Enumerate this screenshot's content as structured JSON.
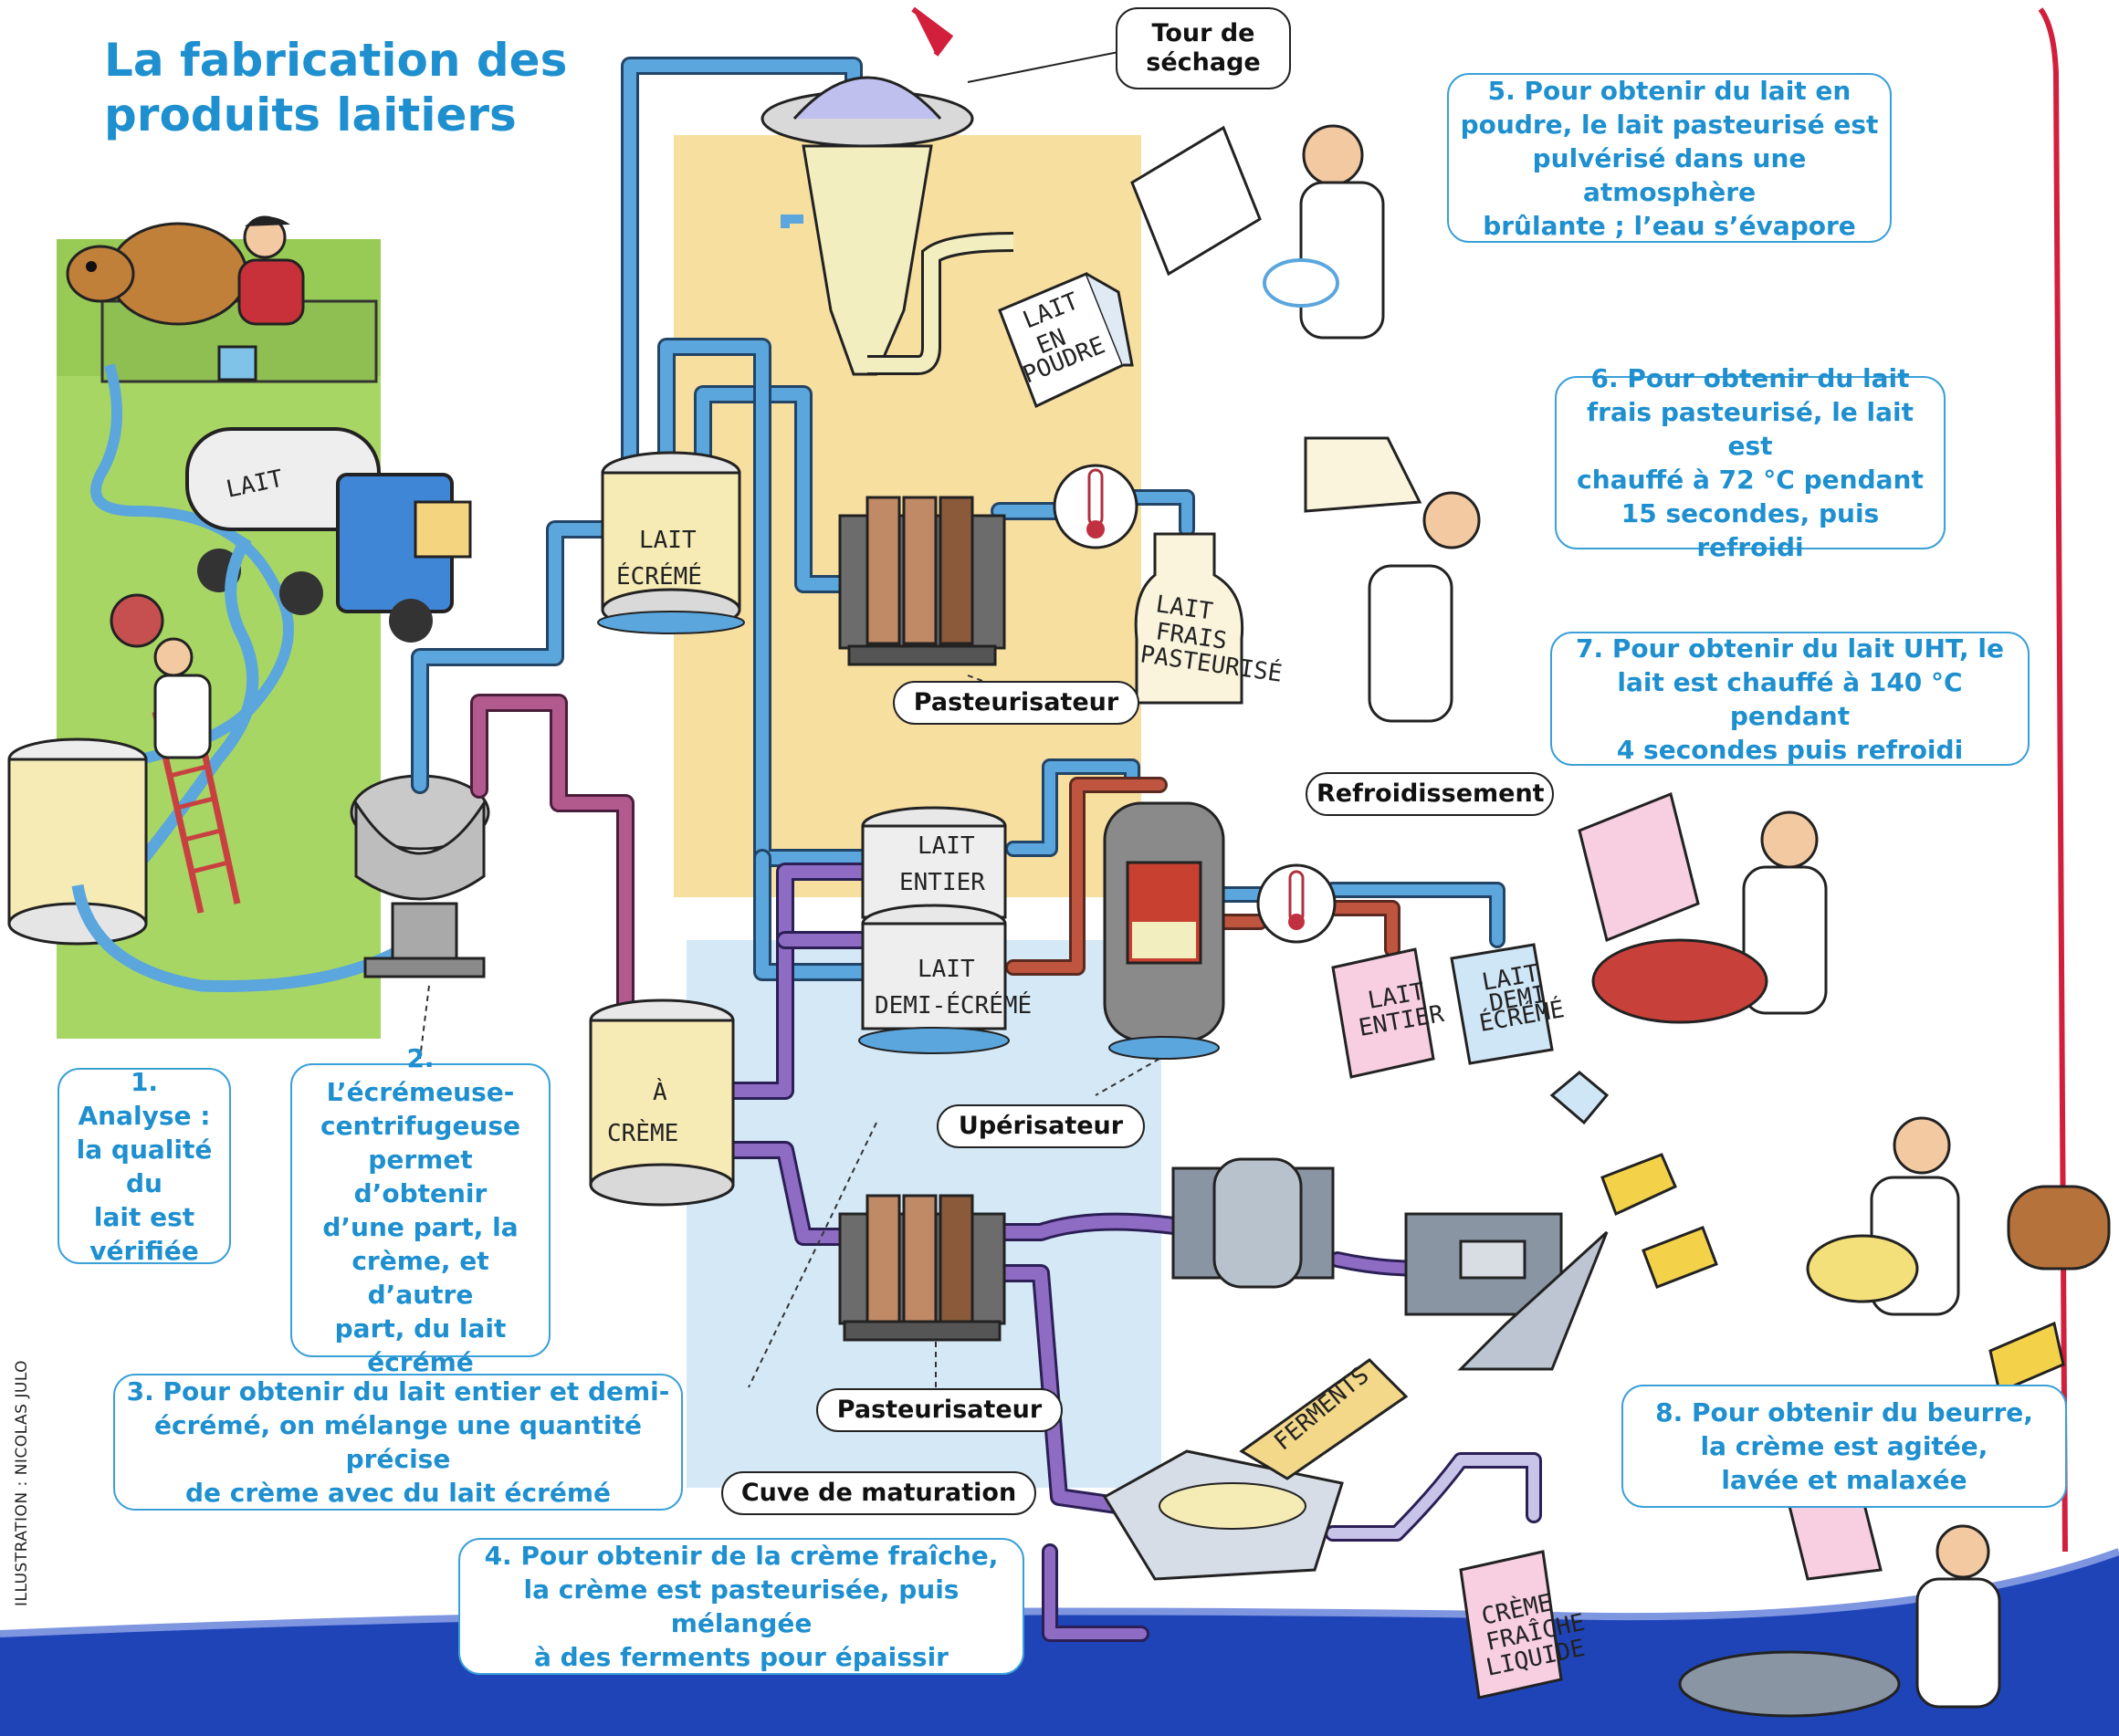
{
  "title": {
    "line1": "La fabrication des",
    "line2": "produits laitiers"
  },
  "steps": [
    {
      "number": "1.",
      "lines": [
        "Analyse :",
        "la qualité du",
        "lait est",
        "vérifiée"
      ]
    },
    {
      "number": "2.",
      "lines": [
        "L’écrémeuse-",
        "centrifugeuse",
        "permet d’obtenir",
        "d’une part, la",
        "crème, et d’autre",
        "part, du lait",
        "écrémé"
      ]
    },
    {
      "lines": [
        "3. Pour obtenir du lait entier et demi-",
        "écrémé, on mélange une quantité précise",
        "de crème avec du lait écrémé"
      ]
    },
    {
      "lines": [
        "4. Pour obtenir de la crème fraîche,",
        "la crème est pasteurisée, puis mélangée",
        "à des ferments pour épaissir"
      ]
    },
    {
      "lines": [
        "5. Pour obtenir du lait en",
        "poudre, le lait pasteurisé est",
        "pulvérisé dans une atmosphère",
        "brûlante ; l’eau s’évapore"
      ]
    },
    {
      "lines": [
        "6. Pour obtenir du lait",
        "frais pasteurisé, le lait est",
        "chauffé à 72 °C pendant",
        "15 secondes, puis refroidi"
      ]
    },
    {
      "lines": [
        "7. Pour obtenir du lait UHT, le",
        "lait est chauffé à 140 °C pendant",
        "4 secondes puis refroidi"
      ]
    },
    {
      "lines": [
        "8. Pour obtenir du beurre,",
        "la crème est agitée,",
        "lavée et malaxée"
      ]
    }
  ],
  "labels": {
    "tour_sechage": [
      "Tour de",
      "séchage"
    ],
    "pasteurisateur_top": "Pasteurisateur",
    "refroidissement": "Refroidissement",
    "uperisateur": "Upérisateur",
    "pasteurisateur_bottom": "Pasteurisateur",
    "cuve_maturation": "Cuve de maturation"
  },
  "tank_tags": {
    "lait_truck": "LAIT",
    "lait_ecreme": [
      "LAIT",
      "ÉCRÉMÉ"
    ],
    "lait_entier": [
      "LAIT",
      "ENTIER"
    ],
    "lait_demi_ecreme": [
      "LAIT",
      "DEMI-ÉCRÉMÉ"
    ],
    "creme": [
      "À",
      "CRÈME"
    ],
    "lait_en_poudre": [
      "LAIT",
      "EN",
      "POUDRE"
    ],
    "lait_frais": [
      "LAIT",
      "FRAIS",
      "PASTEURISÉ"
    ],
    "pack_entier": [
      "LAIT",
      "ENTIER"
    ],
    "pack_demi": [
      "LAIT",
      "DEMI",
      "ÉCRÉMÉ"
    ],
    "ferments": "FERMENTS",
    "creme_fraiche": [
      "CRÈME",
      "FRAÎCHE",
      "LIQUIDE"
    ]
  },
  "credit": "ILLUSTRATION : NICOLAS JULO",
  "colors": {
    "heading_blue": "#1e8fcf",
    "pipe_blue": "#5aa6dd",
    "pipe_purple": "#8e6cc4",
    "pipe_mauve": "#b25a8e",
    "pipe_red": "#c0553f",
    "field_green": "#a8d664",
    "panel_yellow": "#f7dfa0",
    "panel_blue": "#d4e8f6",
    "footer_blue": "#1f44b8"
  }
}
